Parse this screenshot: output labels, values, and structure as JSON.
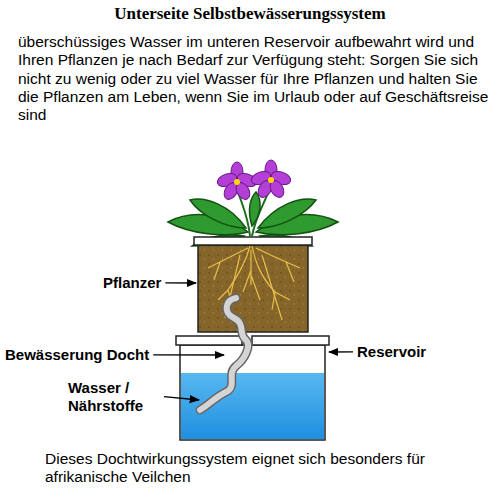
{
  "diagram": {
    "title": "Unterseite Selbstbewässerungssystem",
    "caption": "Dieses Dochtwirkungssystem eignet sich besonders für afrikanische Veilchen",
    "labels": [
      "überschüssiges Wasser im unteren Reservoir aufbewahrt wird und Ihren Pflanzen je nach Bedarf zur Verfügung steht: Sorgen Sie sich nicht zu wenig oder zu viel Wasser für Ihre Pflanzen und halten Sie die Pflanzen am Leben, wenn Sie im Urlaub oder auf Geschäftsreise sind",
      "Pflanzer",
      "Bewässerung Docht",
      "Reservoir",
      "Wasser / Nährstoffe"
    ]
  }
}
